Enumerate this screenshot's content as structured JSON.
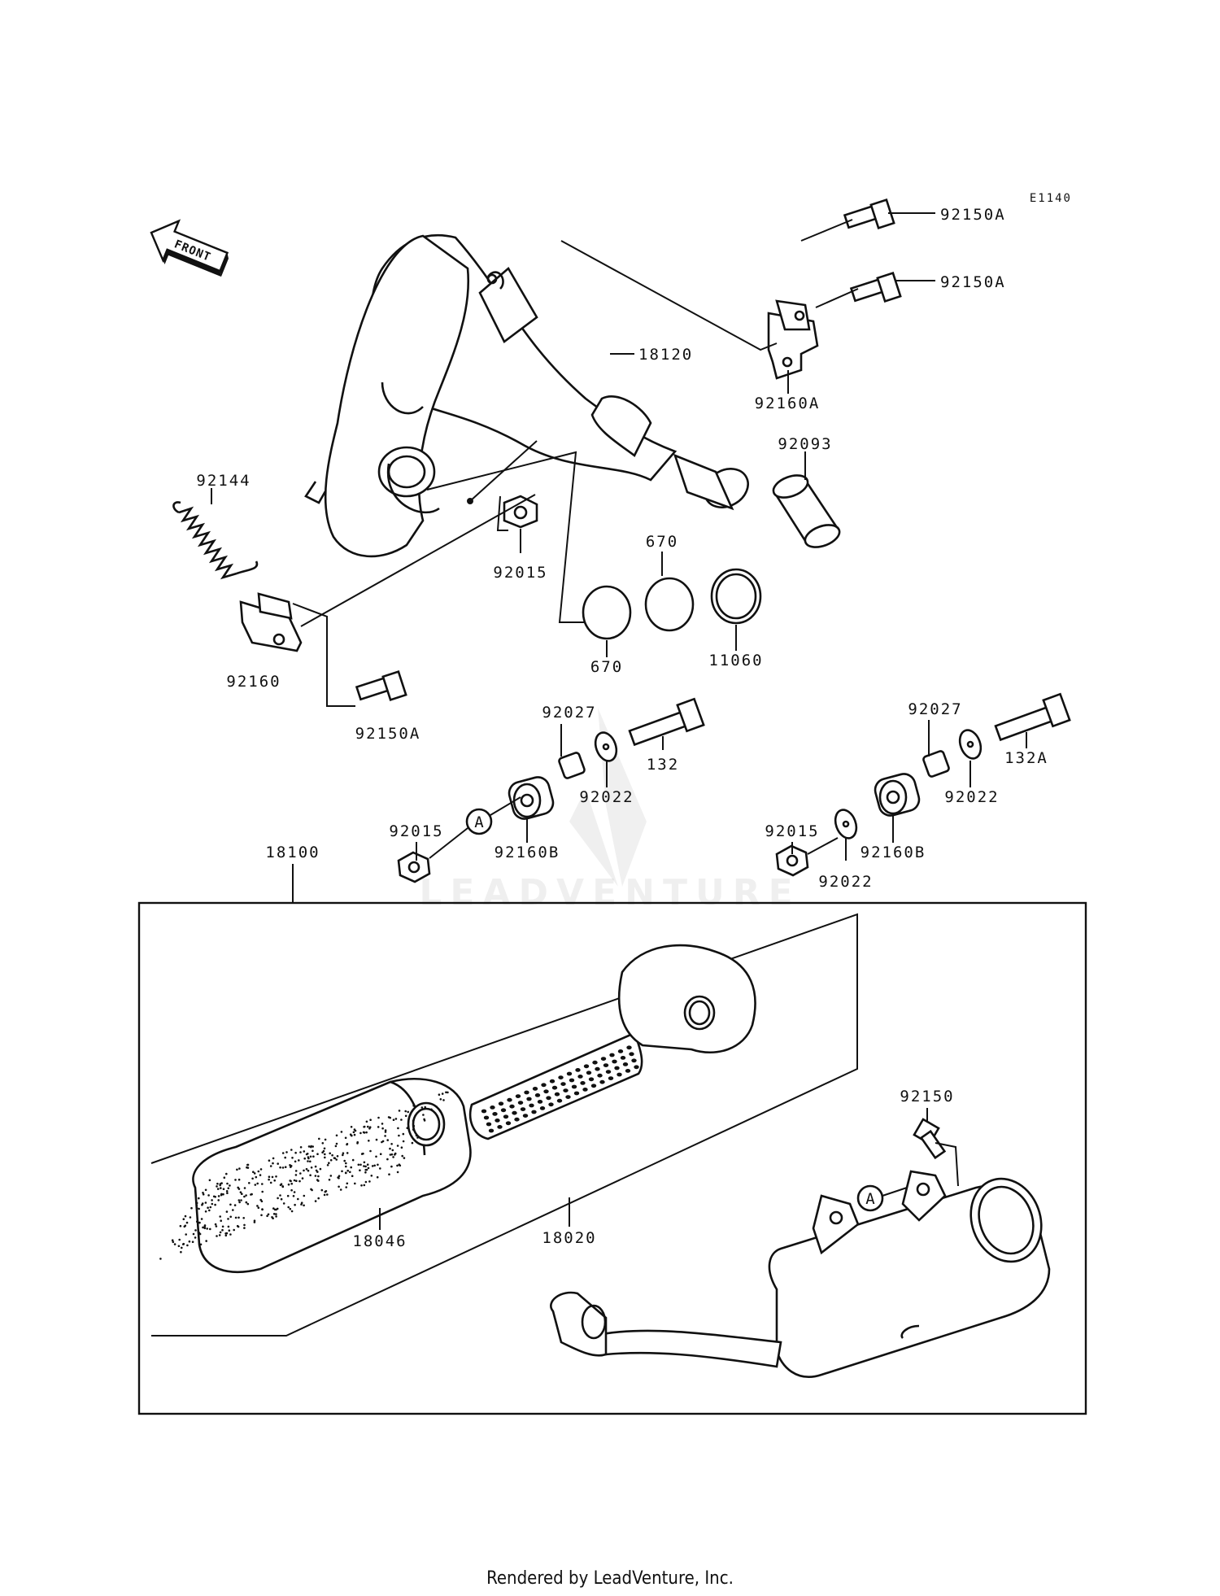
{
  "diagram_code": "E1140",
  "front_label": "FRONT",
  "watermark": "LEADVENTURE",
  "footer": "Rendered by LeadVenture, Inc.",
  "callout_letter": "A",
  "labels": {
    "p92150A_1": "92150A",
    "p92150A_2": "92150A",
    "p18120": "18120",
    "p92160A": "92160A",
    "p92093": "92093",
    "p92144": "92144",
    "p92015_top": "92015",
    "p670_top": "670",
    "p670_bot": "670",
    "p11060": "11060",
    "p92160": "92160",
    "p92150A_3": "92150A",
    "p92027_l": "92027",
    "p132": "132",
    "p92022_l": "92022",
    "p92015_l": "92015",
    "p92160B_l": "92160B",
    "p92027_r": "92027",
    "p132A": "132A",
    "p92022_r": "92022",
    "p92015_r": "92015",
    "p92160B_r": "92160B",
    "p92022_r2": "92022",
    "p18100": "18100",
    "p92150": "92150",
    "p18046": "18046",
    "p18020": "18020"
  }
}
